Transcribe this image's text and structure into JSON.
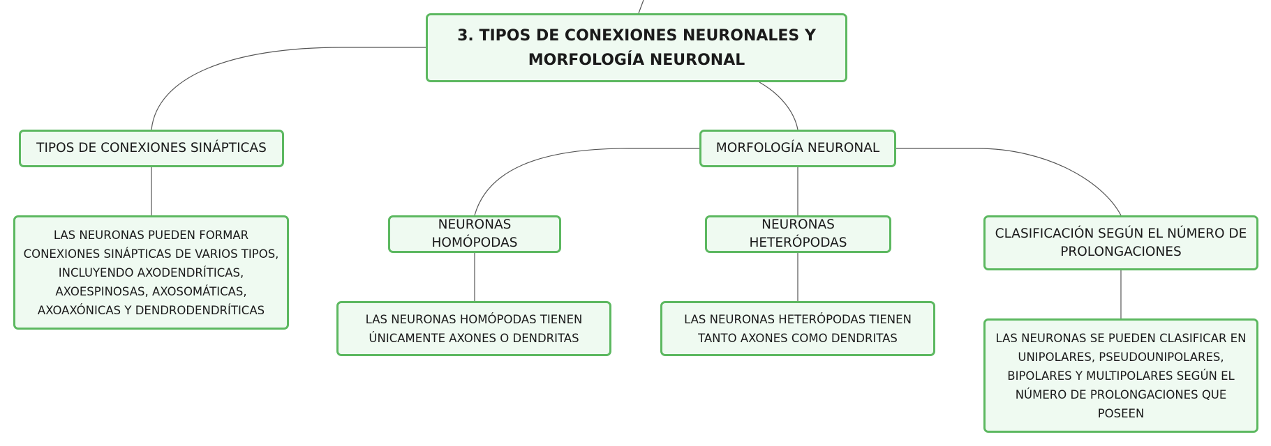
{
  "colors": {
    "node_fill": "#effaf1",
    "node_border": "#5cb860",
    "connector": "#555555",
    "text": "#1a1a1a"
  },
  "root": {
    "line1": "3. TIPOS DE CONEXIONES NEURONALES Y",
    "line2": "MORFOLOGÍA NEURONAL"
  },
  "tipos_conexiones": {
    "label": "TIPOS DE CONEXIONES SINÁPTICAS",
    "detail": "LAS NEURONAS PUEDEN FORMAR CONEXIONES SINÁPTICAS DE VARIOS TIPOS, INCLUYENDO AXODENDRÍTICAS, AXOESPINOSAS, AXOSOMÁTICAS, AXOAXÓNICAS Y DENDRODENDRÍTICAS"
  },
  "morfologia": {
    "label": "MORFOLOGÍA NEURONAL",
    "homopodas": {
      "label": "NEURONAS HOMÓPODAS",
      "detail": "LAS NEURONAS HOMÓPODAS TIENEN ÚNICAMENTE AXONES O DENDRITAS"
    },
    "heteropodas": {
      "label": "NEURONAS HETERÓPODAS",
      "detail": "LAS NEURONAS HETERÓPODAS TIENEN TANTO AXONES COMO DENDRITAS"
    },
    "clasificacion": {
      "label": "CLASIFICACIÓN SEGÚN EL NÚMERO DE PROLONGACIONES",
      "detail": "LAS NEURONAS SE PUEDEN CLASIFICAR EN UNIPOLARES, PSEUDOUNIPOLARES, BIPOLARES Y MULTIPOLARES SEGÚN EL NÚMERO DE PROLONGACIONES QUE POSEEN"
    }
  }
}
